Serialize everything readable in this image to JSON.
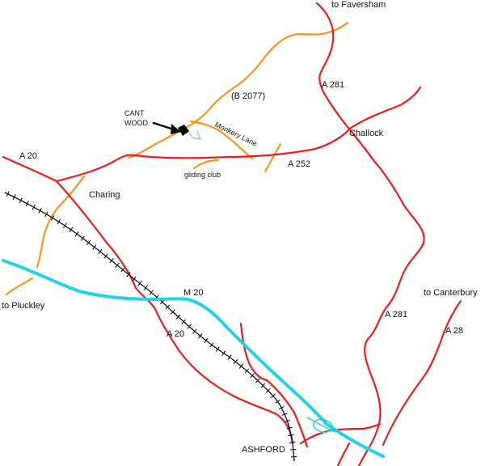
{
  "map": {
    "colors": {
      "a_road": "#ee1c1c",
      "b_road": "#f7941d",
      "motorway": "#22d3e6",
      "railway": "#111111",
      "marker": "#000000",
      "background": "#ffffff"
    },
    "labels": {
      "to_faversham": "to Faversham",
      "a281_north": "A 281",
      "b2077": "(B 2077)",
      "cant": "CANT",
      "wood": "WOOD",
      "monkery_lane": "Monkery Lane",
      "challock": "Challock",
      "a20_west": "A 20",
      "a252": "A 252",
      "gliding_club": "gliding club",
      "charing": "Charing",
      "m20": "M 20",
      "to_pluckley": "to Pluckley",
      "to_canterbury": "to Canterbury",
      "a281_south": "A 281",
      "a28": "A 28",
      "a20_south": "A 20",
      "ashford": "ASHFORD"
    },
    "icons": {
      "cant_wood_marker": "filled-square-marker",
      "pointer": "arrow-icon",
      "motorway_junction": "junction-loop-icon"
    }
  }
}
